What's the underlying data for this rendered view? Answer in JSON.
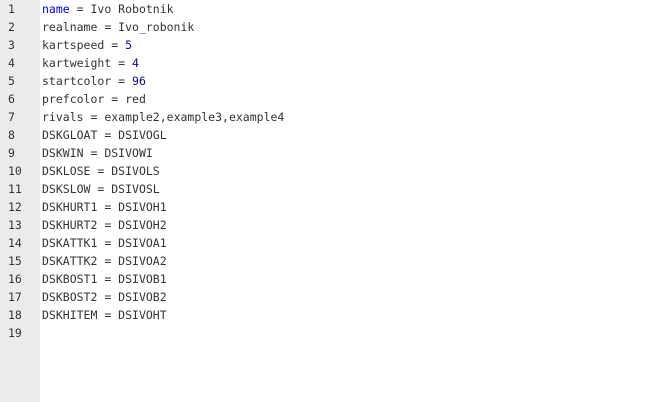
{
  "editor": {
    "lines": [
      {
        "n": "1",
        "key": "name",
        "sep": " = ",
        "val": "Ivo Robotnik"
      },
      {
        "n": "2",
        "key": "realname",
        "sep": " = ",
        "val": "Ivo_robonik"
      },
      {
        "n": "3",
        "key": "kartspeed",
        "sep": " = ",
        "val": "5"
      },
      {
        "n": "4",
        "key": "kartweight",
        "sep": " = ",
        "val": "4"
      },
      {
        "n": "5",
        "key": "startcolor",
        "sep": " = ",
        "val": "96"
      },
      {
        "n": "6",
        "key": "prefcolor",
        "sep": " = ",
        "val": "red"
      },
      {
        "n": "7",
        "key": "rivals",
        "sep": " = ",
        "val": "example2,example3,example4"
      },
      {
        "n": "8",
        "key": "DSKGLOAT",
        "sep": " = ",
        "val": "DSIVOGL"
      },
      {
        "n": "9",
        "key": "DSKWIN",
        "sep": " = ",
        "val": "DSIVOWI"
      },
      {
        "n": "10",
        "key": "DSKLOSE",
        "sep": " = ",
        "val": "DSIVOLS"
      },
      {
        "n": "11",
        "key": "DSKSLOW",
        "sep": " = ",
        "val": "DSIVOSL"
      },
      {
        "n": "12",
        "key": "DSKHURT1",
        "sep": " = ",
        "val": "DSIVOH1"
      },
      {
        "n": "13",
        "key": "DSKHURT2",
        "sep": " = ",
        "val": "DSIVOH2"
      },
      {
        "n": "14",
        "key": "DSKATTK1",
        "sep": " = ",
        "val": "DSIVOA1"
      },
      {
        "n": "15",
        "key": "DSKATTK2",
        "sep": " = ",
        "val": "DSIVOA2"
      },
      {
        "n": "16",
        "key": "DSKBOST1",
        "sep": " = ",
        "val": "DSIVOB1"
      },
      {
        "n": "17",
        "key": "DSKBOST2",
        "sep": " = ",
        "val": "DSIVOB2"
      },
      {
        "n": "18",
        "key": "DSKHITEM",
        "sep": " = ",
        "val": "DSIVOHT"
      },
      {
        "n": "19",
        "key": "",
        "sep": "",
        "val": ""
      }
    ]
  },
  "colors": {
    "gutter_bg": "#ebebeb",
    "text": "#333333",
    "keyword": "#0000cc",
    "number": "#0a0a8c"
  }
}
